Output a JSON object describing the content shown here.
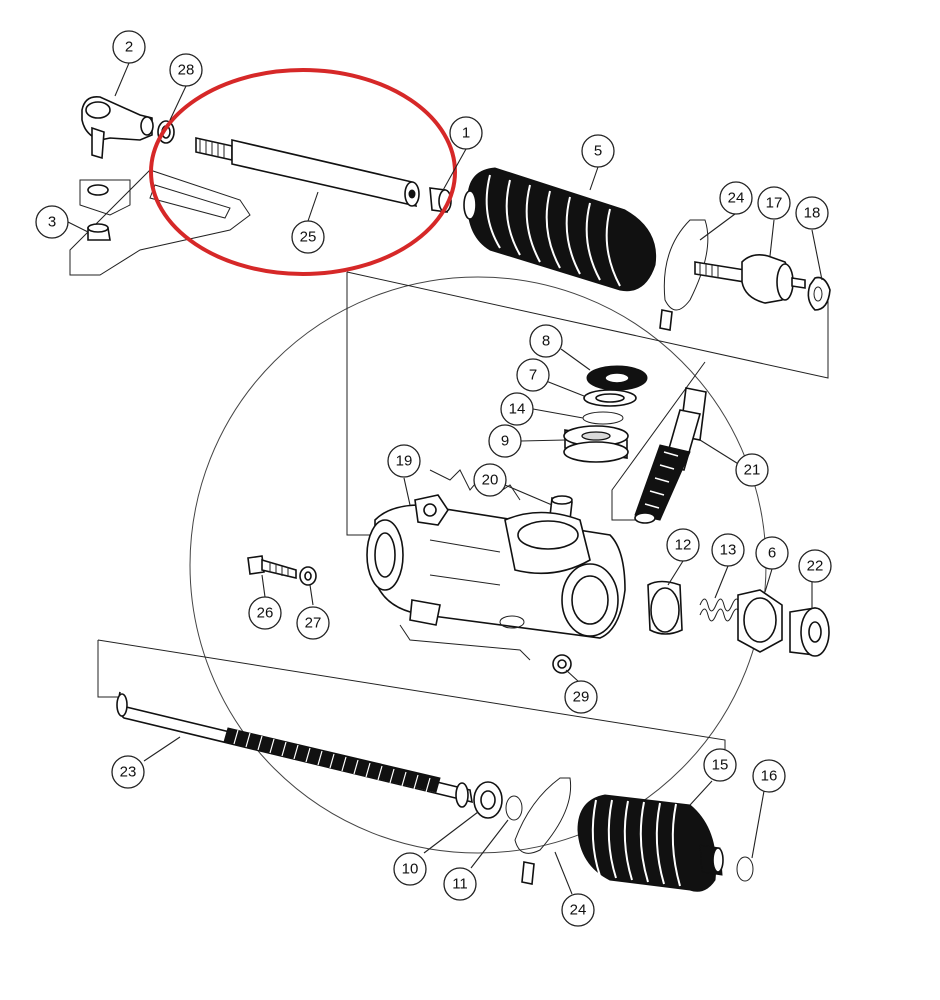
{
  "diagram": {
    "highlight_color": "#d62828",
    "labels": [
      {
        "id": "1",
        "text": "1"
      },
      {
        "id": "2",
        "text": "2"
      },
      {
        "id": "3",
        "text": "3"
      },
      {
        "id": "5",
        "text": "5"
      },
      {
        "id": "6",
        "text": "6"
      },
      {
        "id": "7",
        "text": "7"
      },
      {
        "id": "8",
        "text": "8"
      },
      {
        "id": "9",
        "text": "9"
      },
      {
        "id": "10",
        "text": "10"
      },
      {
        "id": "11",
        "text": "11"
      },
      {
        "id": "12",
        "text": "12"
      },
      {
        "id": "13",
        "text": "13"
      },
      {
        "id": "14",
        "text": "14"
      },
      {
        "id": "15",
        "text": "15"
      },
      {
        "id": "16",
        "text": "16"
      },
      {
        "id": "17",
        "text": "17"
      },
      {
        "id": "18",
        "text": "18"
      },
      {
        "id": "19",
        "text": "19"
      },
      {
        "id": "20",
        "text": "20"
      },
      {
        "id": "21",
        "text": "21"
      },
      {
        "id": "22",
        "text": "22"
      },
      {
        "id": "23",
        "text": "23"
      },
      {
        "id": "24a",
        "text": "24"
      },
      {
        "id": "24b",
        "text": "24"
      },
      {
        "id": "25",
        "text": "25"
      },
      {
        "id": "26",
        "text": "26"
      },
      {
        "id": "27",
        "text": "27"
      },
      {
        "id": "28",
        "text": "28"
      },
      {
        "id": "29",
        "text": "29"
      }
    ]
  }
}
